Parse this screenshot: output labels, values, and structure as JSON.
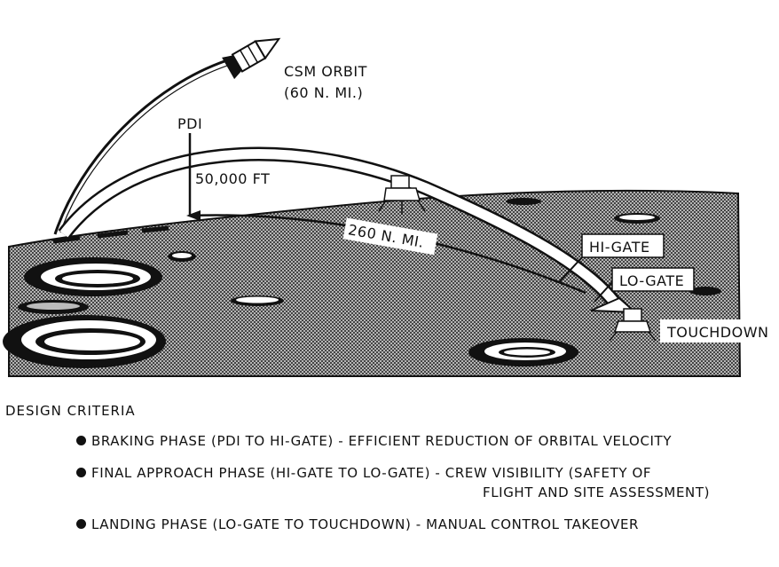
{
  "labels": {
    "csm_orbit_line1": "CSM ORBIT",
    "csm_orbit_line2": "(60 N. MI.)",
    "pdi": "PDI",
    "altitude": "50,000 FT",
    "distance": "260 N. MI.",
    "hi_gate": "HI-GATE",
    "lo_gate": "LO-GATE",
    "touchdown": "TOUCHDOWN"
  },
  "criteria": {
    "title": "DESIGN CRITERIA",
    "items": [
      {
        "text": "BRAKING PHASE (PDI TO HI-GATE) - EFFICIENT REDUCTION OF ORBITAL VELOCITY"
      },
      {
        "text": "FINAL APPROACH PHASE (HI-GATE TO LO-GATE) - CREW VISIBILITY (SAFETY OF",
        "continuation": "FLIGHT AND SITE ASSESSMENT)"
      },
      {
        "text": "LANDING PHASE (LO-GATE TO TOUCHDOWN) - MANUAL CONTROL TAKEOVER"
      }
    ]
  },
  "colors": {
    "ink": "#111111",
    "surface_fill": "#8c8c8c",
    "paper": "#ffffff"
  },
  "icons": {
    "csm": "csm-spacecraft-icon",
    "lm": "lunar-module-icon"
  }
}
